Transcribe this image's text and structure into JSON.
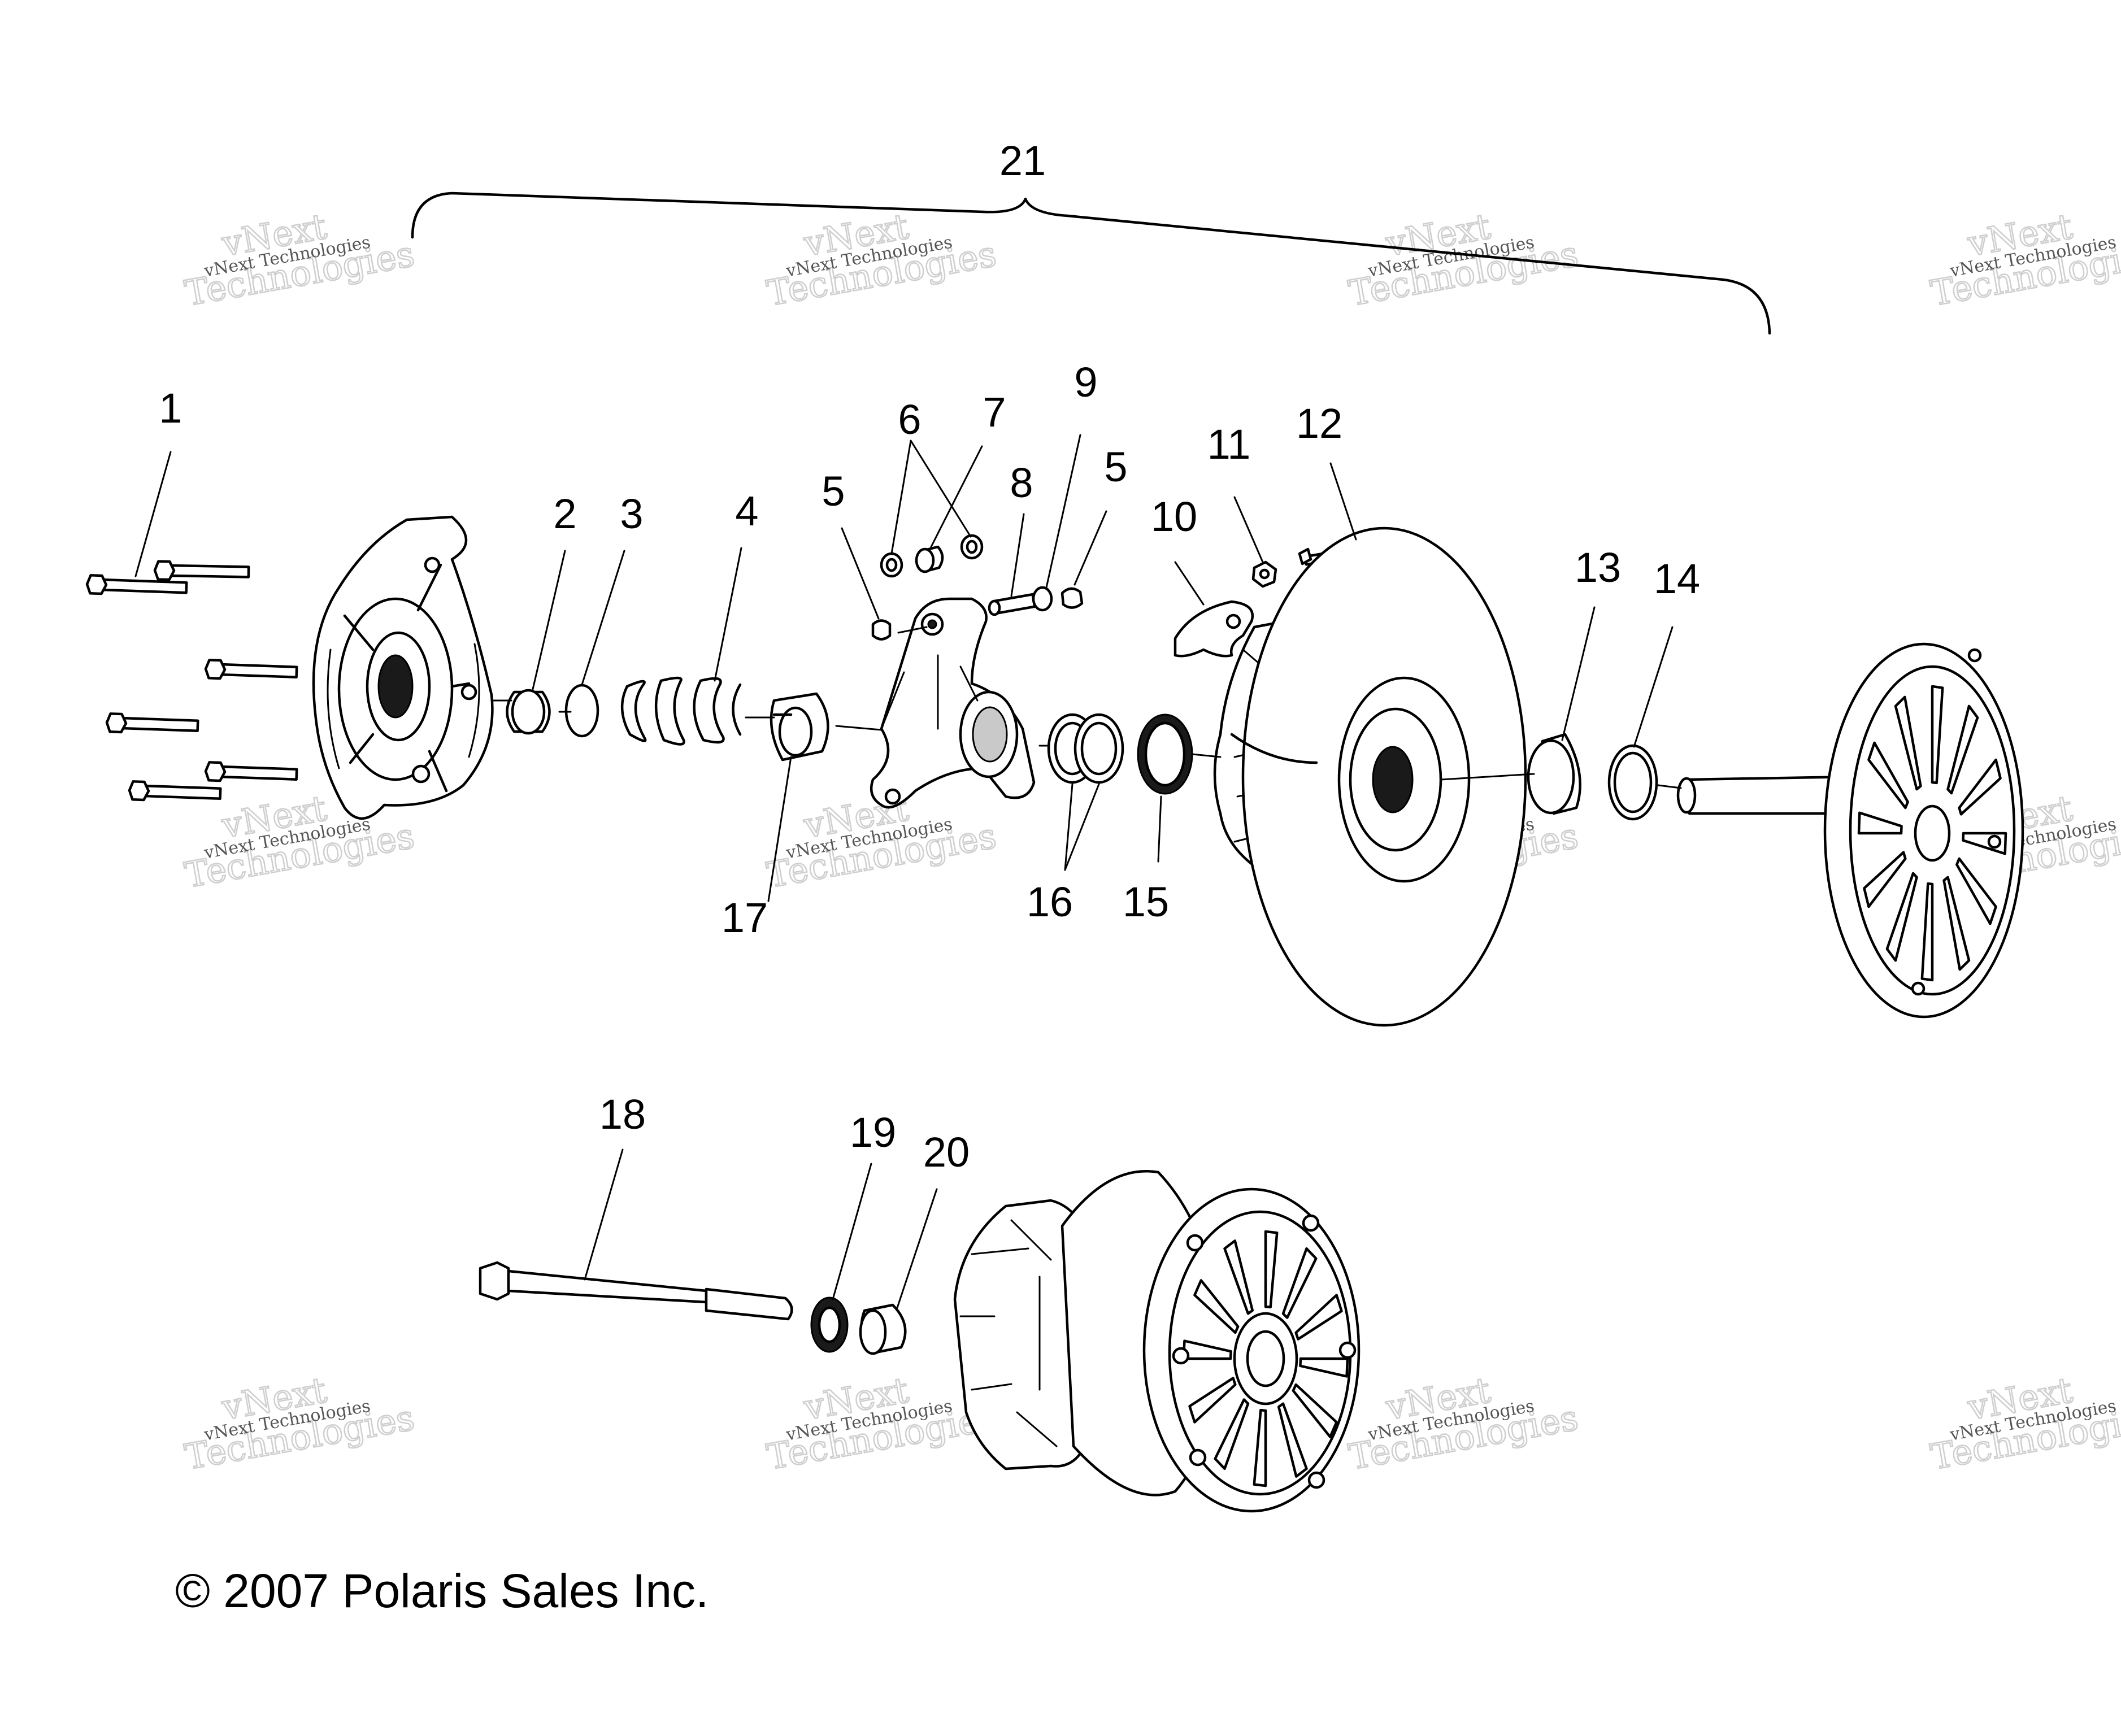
{
  "callouts": [
    {
      "id": "c1",
      "text": "1"
    },
    {
      "id": "c2",
      "text": "2"
    },
    {
      "id": "c3",
      "text": "3"
    },
    {
      "id": "c4",
      "text": "4"
    },
    {
      "id": "c5a",
      "text": "5"
    },
    {
      "id": "c5b",
      "text": "5"
    },
    {
      "id": "c6",
      "text": "6"
    },
    {
      "id": "c7",
      "text": "7"
    },
    {
      "id": "c8",
      "text": "8"
    },
    {
      "id": "c9",
      "text": "9"
    },
    {
      "id": "c10",
      "text": "10"
    },
    {
      "id": "c11",
      "text": "11"
    },
    {
      "id": "c12",
      "text": "12"
    },
    {
      "id": "c13",
      "text": "13"
    },
    {
      "id": "c14",
      "text": "14"
    },
    {
      "id": "c15",
      "text": "15"
    },
    {
      "id": "c16",
      "text": "16"
    },
    {
      "id": "c17",
      "text": "17"
    },
    {
      "id": "c18",
      "text": "18"
    },
    {
      "id": "c19",
      "text": "19"
    },
    {
      "id": "c20",
      "text": "20"
    },
    {
      "id": "c21",
      "text": "21"
    }
  ],
  "watermark": {
    "line1": "vNext Technologies",
    "line2": "vNext",
    "line3": "Technologies"
  },
  "copyright": "© 2007 Polaris Sales Inc."
}
